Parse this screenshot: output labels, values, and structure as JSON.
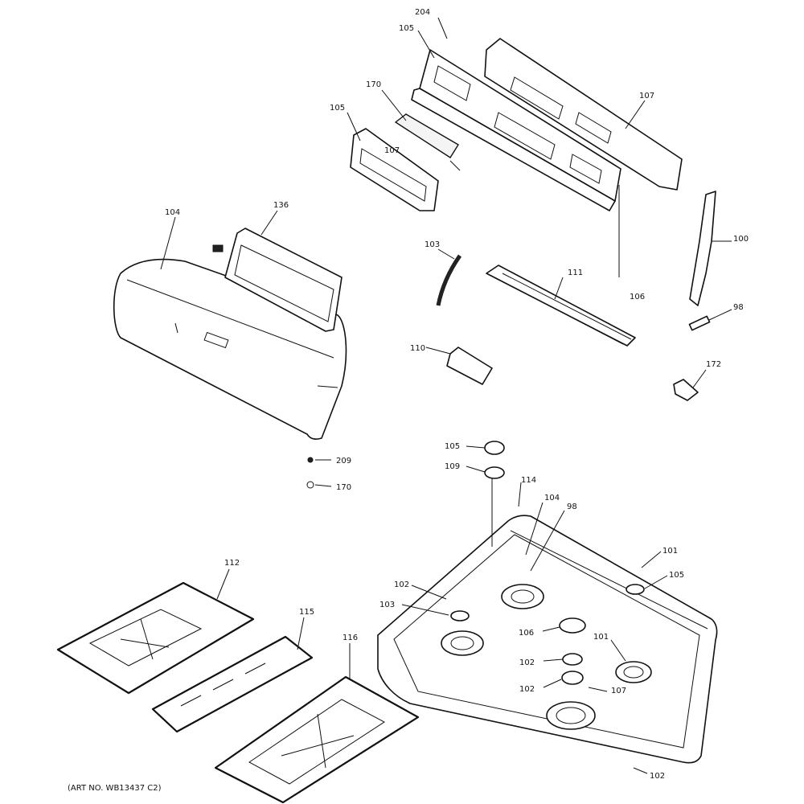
{
  "labels": [
    "204",
    "105",
    "170",
    "105",
    "107",
    "104",
    "136",
    "103",
    "111",
    "106",
    "100",
    "98",
    "110",
    "172",
    "105",
    "109",
    "209",
    "170",
    "114",
    "104",
    "98",
    "101",
    "102",
    "103",
    "106",
    "105",
    "102",
    "101",
    "102",
    "107",
    "102",
    "112",
    "115",
    "116",
    "107"
  ],
  "footer": "(ART NO. WB13437 C2)"
}
